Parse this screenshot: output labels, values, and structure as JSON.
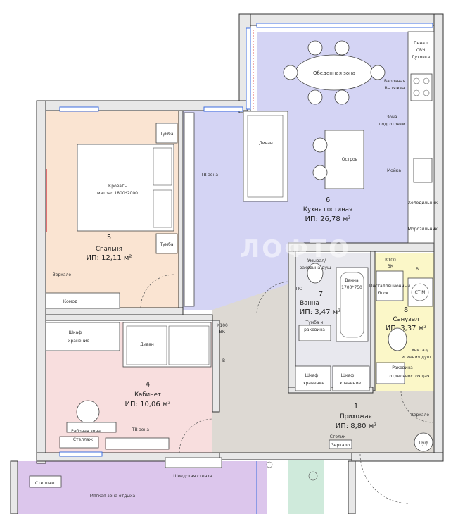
{
  "colors": {
    "kitchen": "#d4d4f4",
    "bedroom": "#fae4d2",
    "office": "#f8dede",
    "hall": "#ddd9d3",
    "bath": "#e8e8ee",
    "wc": "#fbf7c8",
    "lounge": "#dcc6ec",
    "green_strip": "#cfeadb"
  },
  "watermark": "ЛОФТО",
  "rooms": {
    "kitchen": {
      "num": "6",
      "name": "Кухня гостиная",
      "area": "ИП: 26,78 м²"
    },
    "bedroom": {
      "num": "5",
      "name": "Спальня",
      "area": "ИП: 12,11 м²"
    },
    "office": {
      "num": "4",
      "name": "Кабинет",
      "area": "ИП: 10,06 м²"
    },
    "hall": {
      "num": "1",
      "name": "Прихожая",
      "area": "ИП: 8,80 м²"
    },
    "bath": {
      "num": "7",
      "name": "Ванна",
      "area": "ИП: 3,47 м²"
    },
    "wc": {
      "num": "8",
      "name": "Санузел",
      "area": "ИП: 3,37 м²"
    }
  },
  "labels": {
    "dining_zone": "Обеденная зона",
    "penal": "Пенал",
    "microwave": "СВЧ",
    "oven": "Духовка",
    "cooktop": "Варочная",
    "hood": "Вытяжка",
    "prep_zone": "Зона",
    "prep_zone2": "подготовки",
    "sink": "Мойка",
    "island": "Остров",
    "fridge": "Холодильник",
    "freezer": "Морозильник",
    "sofa_kitchen": "Диван",
    "tv_zone_kitchen": "ТВ зона",
    "bed": "Кровать",
    "bed_size": "матрас 1800*2000",
    "nightstand_top": "Тумба",
    "nightstand_bottom": "Тумба",
    "mirror_bedroom": "Зеркало",
    "dresser": "Комод",
    "wardrobe_office": "Шкаф",
    "wardrobe_office2": "хранение",
    "sofa_office": "Диван",
    "k100_office": "К100",
    "vk_office": "ВК",
    "b_office": "В",
    "work_zone": "Рабочая зона",
    "shelving_office": "Стеллаж",
    "tv_zone_office": "ТВ зона",
    "shelving_lounge": "Стеллаж",
    "swedish_wall": "Шведская стенка",
    "soft_zone": "Мягкая зона отдыха",
    "sink_wc_bath": "Умывал/",
    "sink_wc_bath2": "раковина душ",
    "ps": "ПС",
    "bathtub": "Ванна",
    "bathtub_size": "1700*750",
    "vanity": "Тумба и",
    "vanity2": "раковина",
    "k100_wc": "К100",
    "vk_wc": "ВК",
    "b_wc": "В",
    "install_block": "Инсталляционный",
    "install_block2": "блок",
    "washer": "СТ.М",
    "toilet_shower": "Унитаз/",
    "toilet_shower2": "гигиенич душ",
    "sink_separate": "Раковина",
    "sink_separate2": "отдельностоящая",
    "wardrobe_hall1": "Шкаф",
    "wardrobe_hall1b": "хранение",
    "wardrobe_hall2": "Шкаф",
    "wardrobe_hall2b": "хранение",
    "console": "Столик",
    "mirror_hall_small": "Зеркало",
    "mirror_hall": "Зеркало",
    "pouf": "Пуф"
  }
}
